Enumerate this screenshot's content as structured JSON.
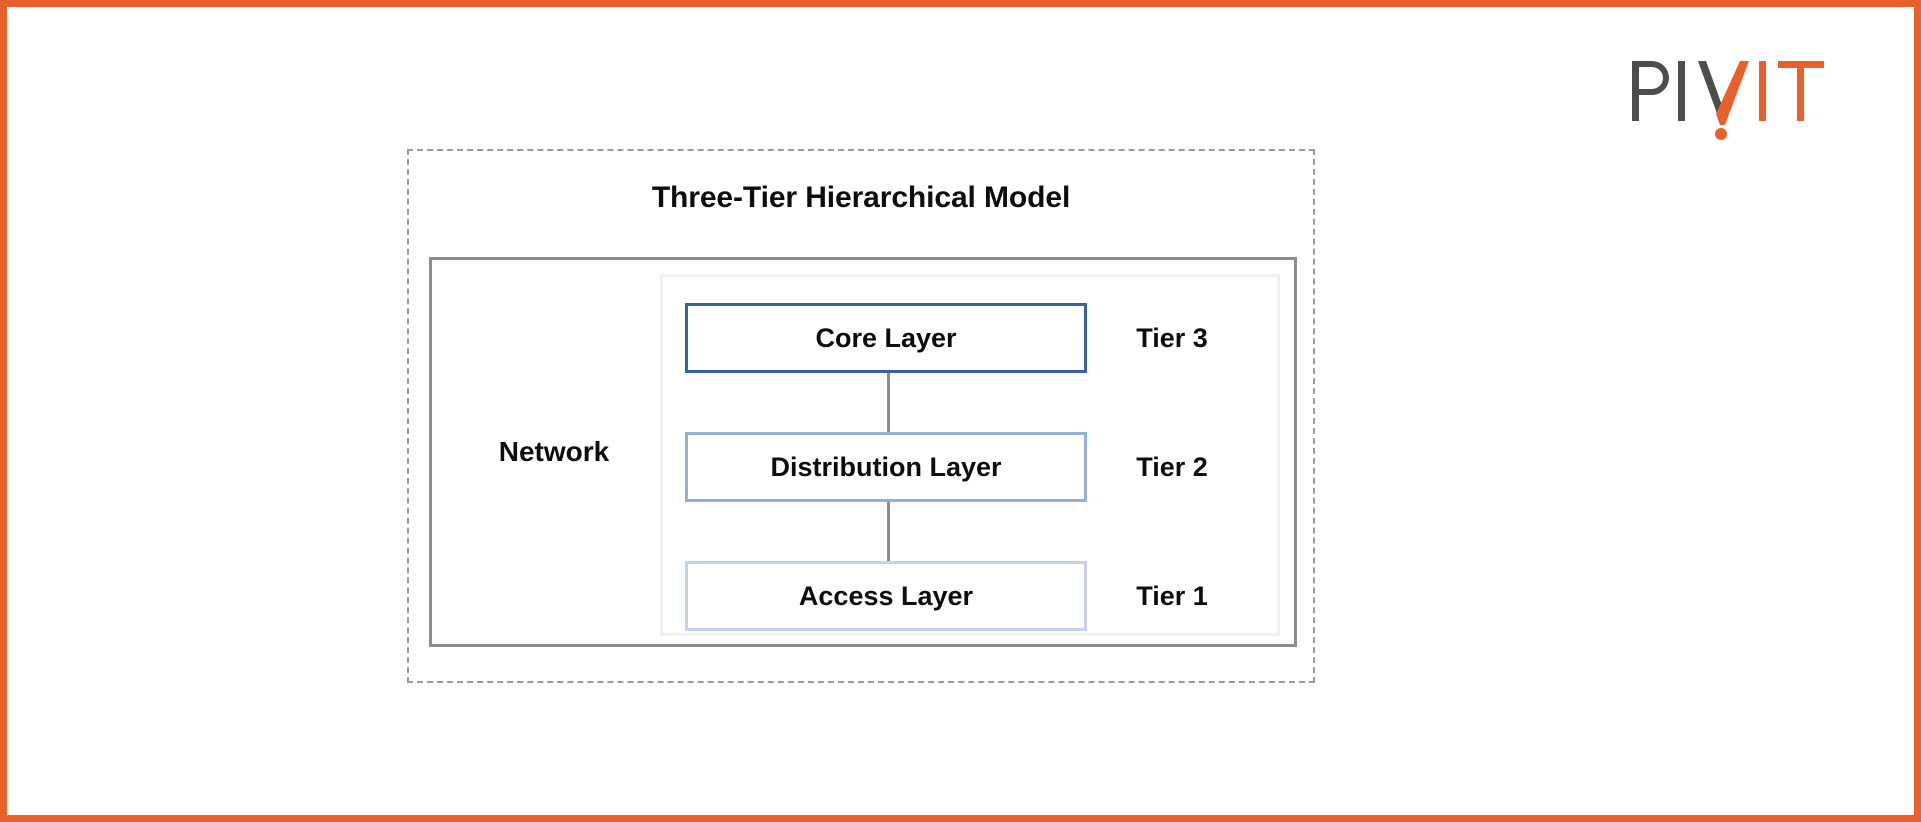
{
  "brand": {
    "name": "PIVIT",
    "part_dark": "PI",
    "part_v": "V",
    "part_orange": "IT",
    "dark_color": "#4d4d4f",
    "accent_color": "#e8612c"
  },
  "page": {
    "border_color": "#e8612c",
    "background": "#ffffff"
  },
  "diagram": {
    "title": "Three-Tier Hierarchical Model",
    "outer_border_color": "#9b9b9b",
    "outer_border_style": "dashed",
    "network_label": "Network",
    "network_border_color": "#8d8d8d",
    "stack_wrap_border_color": "#f1f1f1",
    "connector_color": "#8d8d8d",
    "tiers": [
      {
        "layer": "Core Layer",
        "tier": "Tier 3",
        "border_color": "#39629f"
      },
      {
        "layer": "Distribution Layer",
        "tier": "Tier 2",
        "border_color": "#94b0d8"
      },
      {
        "layer": "Access Layer",
        "tier": "Tier 1",
        "border_color": "#c2d3ea"
      }
    ]
  }
}
